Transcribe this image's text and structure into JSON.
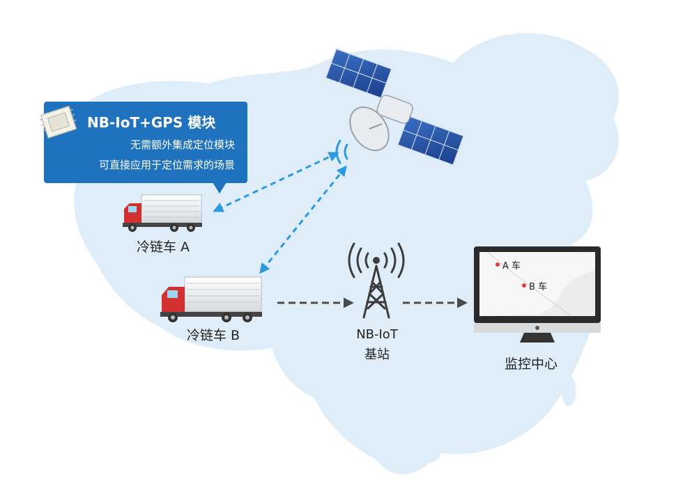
{
  "callout": {
    "title": "NB-IoT+GPS 模块",
    "line1": "无需额外集成定位模块",
    "line2": "可直接应用于定位需求的场景"
  },
  "trucks": {
    "a_label": "冷链车 A",
    "b_label": "冷链车 B"
  },
  "station": {
    "line1": "NB-IoT",
    "line2": "基站"
  },
  "monitor": {
    "label": "监控中心",
    "marker_a": "A 车",
    "marker_b": "B 车"
  },
  "colors": {
    "map_fill": "#deedf8",
    "callout_blue": "#1f72bd",
    "arrow_blue": "#2b9ae0",
    "dash_gray": "#4a4a4a",
    "marker_red": "#e53935",
    "truck_red": "#d32f2f"
  }
}
